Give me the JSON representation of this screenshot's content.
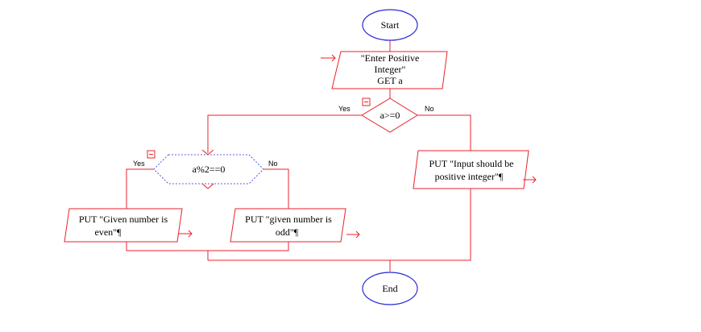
{
  "colors": {
    "flow_line": "#e8232b",
    "terminal_border": "#2b2bd8",
    "background": "#ffffff"
  },
  "start": {
    "label": "Start"
  },
  "input": {
    "line1": "\"Enter Positive",
    "line2": "Integer\"",
    "line3": "GET a"
  },
  "decision_main": {
    "label": "a>=0",
    "yes_label": "Yes",
    "no_label": "No"
  },
  "decision_parity": {
    "label": "a%2==0",
    "yes_label": "Yes",
    "no_label": "No"
  },
  "output_even": {
    "line1": "PUT \"Given number is",
    "line2": "even\"¶"
  },
  "output_odd": {
    "line1": "PUT \"given number is",
    "line2": "odd\"¶"
  },
  "output_invalid": {
    "line1": "PUT \"Input should be",
    "line2": "positive integer\"¶"
  },
  "end": {
    "label": "End"
  },
  "icons": [
    "collapse-icon",
    "entry-arrow-icon",
    "exit-arrow-icon"
  ]
}
